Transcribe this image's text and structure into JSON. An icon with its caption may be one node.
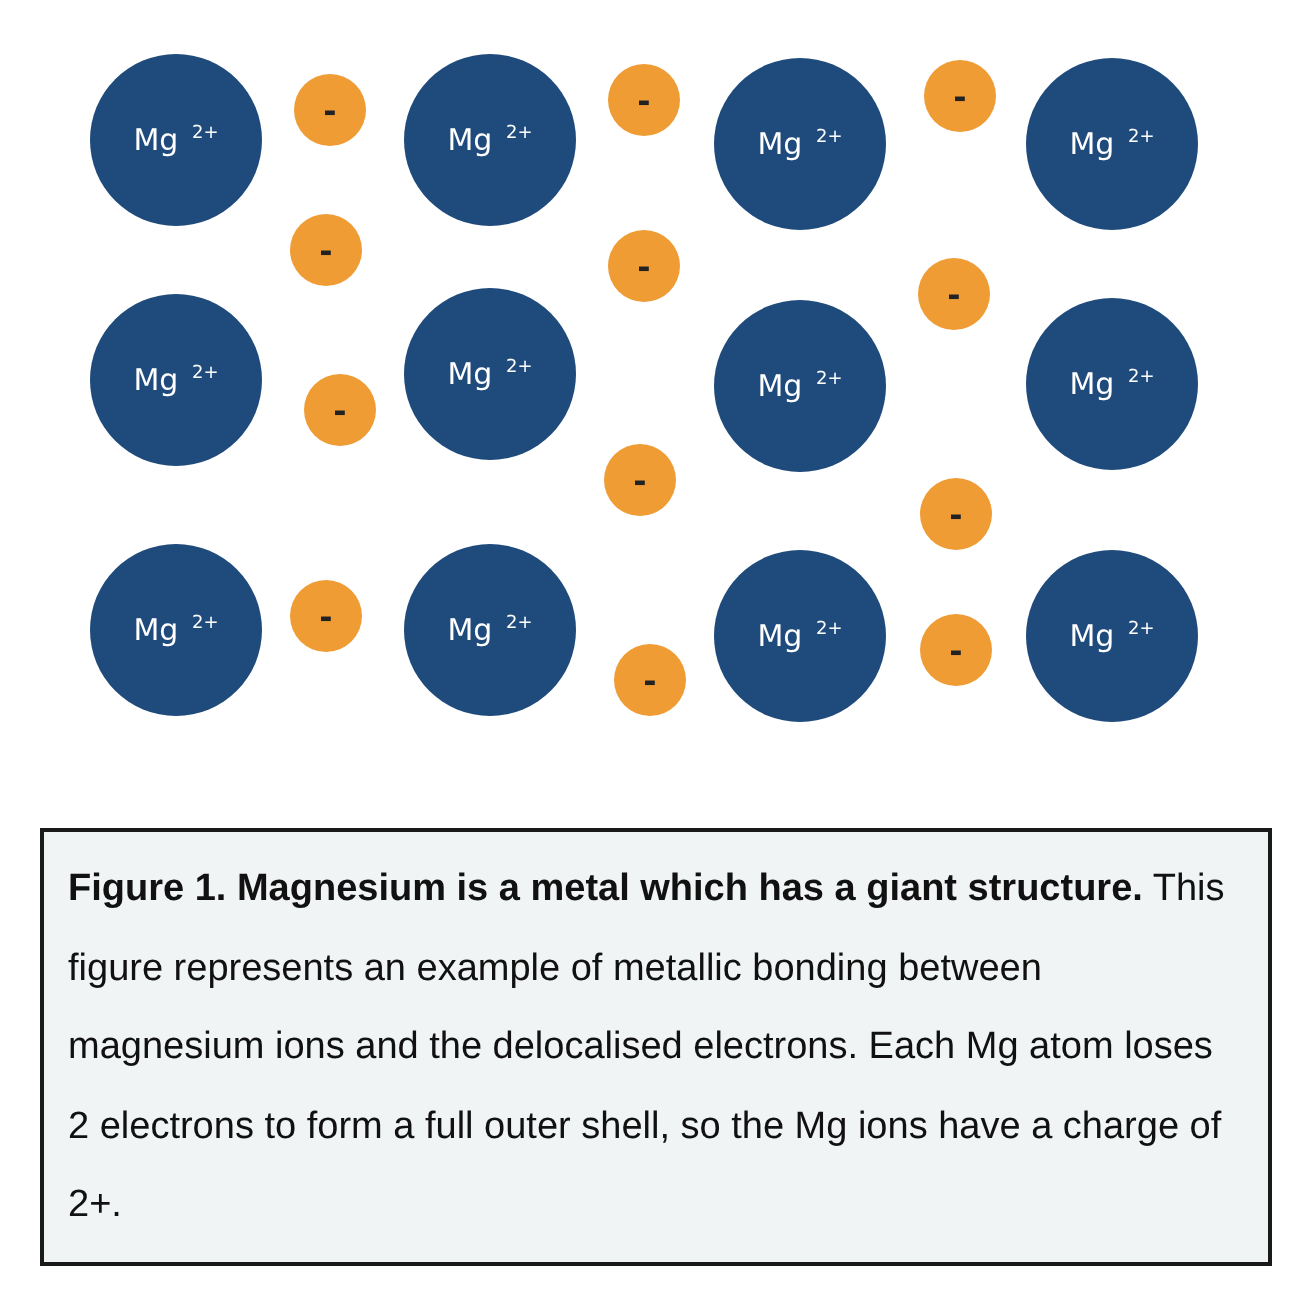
{
  "diagram": {
    "caption": "**Figure 1. Magnesium is a metal which has a giant structure.** This figure represents an example of metallic bonding between magnesium ions and the delocalised electrons. Each Mg atom loses 2 electrons to form a full outer shell, so the Mg ions have a charge of 2+.",
    "nodes": [
      {
        "text": [
          "Mg $^{2+}$"
        ]
      },
      {
        "text": [
          "-"
        ]
      },
      {
        "text": [
          "Mg $^{2+}$"
        ]
      },
      {
        "text": [
          "-"
        ]
      },
      {
        "text": [
          "Mg $^{2+}$"
        ]
      },
      {
        "text": [
          "-"
        ]
      },
      {
        "text": [
          "Mg $^{2+}$"
        ]
      },
      {
        "text": [
          "-"
        ]
      },
      {
        "text": [
          "-"
        ]
      },
      {
        "text": [
          "-"
        ]
      },
      {
        "text": [
          "Mg $^{2+}$"
        ]
      },
      {
        "text": [
          "-"
        ]
      },
      {
        "text": [
          "Mg $^{2+}$"
        ]
      },
      {
        "text": [
          "Mg $^{2+}$"
        ]
      },
      {
        "text": [
          "Mg $^{2+}$"
        ]
      },
      {
        "text": [
          "-"
        ]
      },
      {
        "text": [
          "-"
        ]
      },
      {
        "text": [
          "Mg $^{2+}$"
        ]
      },
      {
        "text": [
          "-"
        ]
      },
      {
        "text": [
          "Mg $^{2+}$"
        ]
      },
      {
        "text": [
          "-"
        ]
      },
      {
        "text": [
          "Mg $^{2+}$"
        ]
      },
      {
        "text": [
          "-"
        ]
      },
      {
        "text": [
          "Mg $^{2+}$"
        ]
      }
    ]
  }
}
